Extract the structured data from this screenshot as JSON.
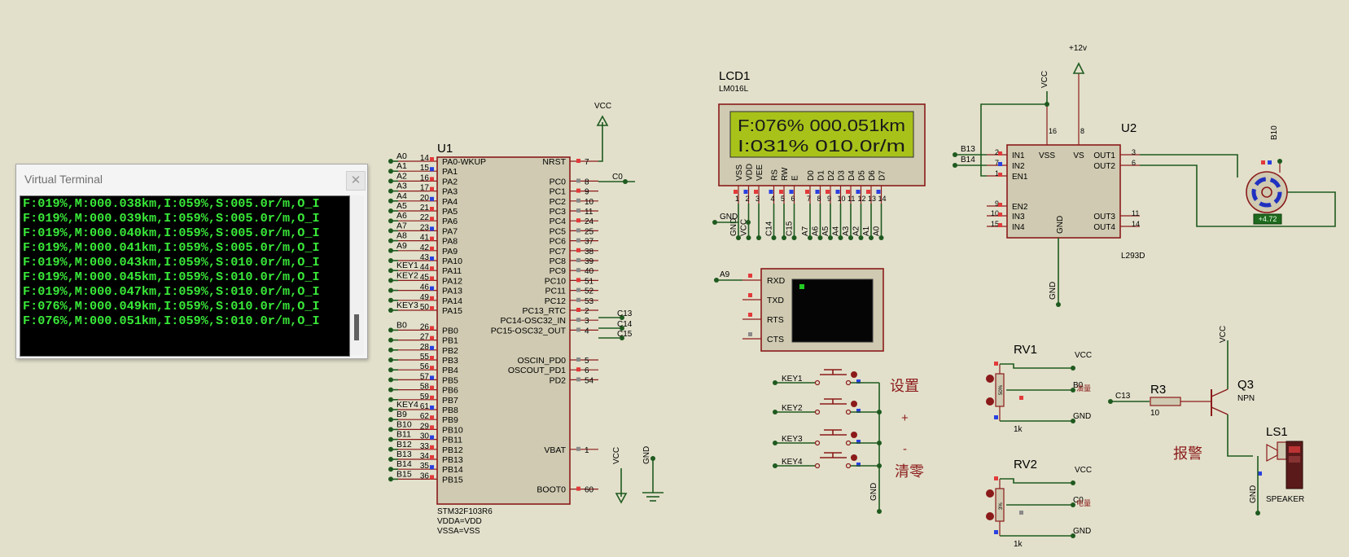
{
  "terminal": {
    "title": "Virtual Terminal",
    "close_glyph": "✕",
    "lines": [
      "F:019%,M:000.038km,I:059%,S:005.0r/m,O_I",
      "F:019%,M:000.039km,I:059%,S:005.0r/m,O_I",
      "F:019%,M:000.040km,I:059%,S:005.0r/m,O_I",
      "F:019%,M:000.041km,I:059%,S:005.0r/m,O_I",
      "F:019%,M:000.043km,I:059%,S:010.0r/m,O_I",
      "F:019%,M:000.045km,I:059%,S:010.0r/m,O_I",
      "F:019%,M:000.047km,I:059%,S:010.0r/m,O_I",
      "F:076%,M:000.049km,I:059%,S:010.0r/m,O_I",
      "F:076%,M:000.051km,I:059%,S:010.0r/m,O_I"
    ]
  },
  "mcu": {
    "ref": "U1",
    "part": "STM32F103R6",
    "notes": [
      "VDDA=VDD",
      "VSSA=VSS"
    ],
    "vcc_label": "VCC",
    "gnd_label": "GND",
    "left_pins": [
      {
        "name": "PA0-WKUP",
        "num": "14",
        "net": "A0"
      },
      {
        "name": "PA1",
        "num": "15",
        "net": "A1"
      },
      {
        "name": "PA2",
        "num": "16",
        "net": "A2"
      },
      {
        "name": "PA3",
        "num": "17",
        "net": "A3"
      },
      {
        "name": "PA4",
        "num": "20",
        "net": "A4"
      },
      {
        "name": "PA5",
        "num": "21",
        "net": "A5"
      },
      {
        "name": "PA6",
        "num": "22",
        "net": "A6"
      },
      {
        "name": "PA7",
        "num": "23",
        "net": "A7"
      },
      {
        "name": "PA8",
        "num": "41",
        "net": "A8"
      },
      {
        "name": "PA9",
        "num": "42",
        "net": "A9"
      },
      {
        "name": "PA10",
        "num": "43",
        "net": ""
      },
      {
        "name": "PA11",
        "num": "44",
        "net": "KEY1"
      },
      {
        "name": "PA12",
        "num": "45",
        "net": "KEY2"
      },
      {
        "name": "PA13",
        "num": "46",
        "net": ""
      },
      {
        "name": "PA14",
        "num": "49",
        "net": ""
      },
      {
        "name": "PA15",
        "num": "50",
        "net": "KEY3"
      },
      {
        "name": "",
        "num": "",
        "net": ""
      },
      {
        "name": "PB0",
        "num": "26",
        "net": "B0"
      },
      {
        "name": "PB1",
        "num": "27",
        "net": ""
      },
      {
        "name": "PB2",
        "num": "28",
        "net": ""
      },
      {
        "name": "PB3",
        "num": "55",
        "net": ""
      },
      {
        "name": "PB4",
        "num": "56",
        "net": ""
      },
      {
        "name": "PB5",
        "num": "57",
        "net": ""
      },
      {
        "name": "PB6",
        "num": "58",
        "net": ""
      },
      {
        "name": "PB7",
        "num": "59",
        "net": ""
      },
      {
        "name": "PB8",
        "num": "61",
        "net": "KEY4"
      },
      {
        "name": "PB9",
        "num": "62",
        "net": "B9"
      },
      {
        "name": "PB10",
        "num": "29",
        "net": "B10"
      },
      {
        "name": "PB11",
        "num": "30",
        "net": "B11"
      },
      {
        "name": "PB12",
        "num": "33",
        "net": "B12"
      },
      {
        "name": "PB13",
        "num": "34",
        "net": "B13"
      },
      {
        "name": "PB14",
        "num": "35",
        "net": "B14"
      },
      {
        "name": "PB15",
        "num": "36",
        "net": "B15"
      }
    ],
    "right_pins": [
      {
        "name": "NRST",
        "num": "7",
        "slot": 0
      },
      {
        "name": "PC0",
        "num": "8",
        "slot": 2
      },
      {
        "name": "PC1",
        "num": "9",
        "slot": 3
      },
      {
        "name": "PC2",
        "num": "10",
        "slot": 4
      },
      {
        "name": "PC3",
        "num": "11",
        "slot": 5
      },
      {
        "name": "PC4",
        "num": "24",
        "slot": 6
      },
      {
        "name": "PC5",
        "num": "25",
        "slot": 7
      },
      {
        "name": "PC6",
        "num": "37",
        "slot": 8
      },
      {
        "name": "PC7",
        "num": "38",
        "slot": 9
      },
      {
        "name": "PC8",
        "num": "39",
        "slot": 10
      },
      {
        "name": "PC9",
        "num": "40",
        "slot": 11
      },
      {
        "name": "PC10",
        "num": "51",
        "slot": 12
      },
      {
        "name": "PC11",
        "num": "52",
        "slot": 13
      },
      {
        "name": "PC12",
        "num": "53",
        "slot": 14
      },
      {
        "name": "PC13_RTC",
        "num": "2",
        "slot": 15
      },
      {
        "name": "PC14-OSC32_IN",
        "num": "3",
        "slot": 16
      },
      {
        "name": "PC15-OSC32_OUT",
        "num": "4",
        "slot": 17
      },
      {
        "name": "OSCIN_PD0",
        "num": "5",
        "slot": 20
      },
      {
        "name": "OSCOUT_PD1",
        "num": "6",
        "slot": 21
      },
      {
        "name": "PD2",
        "num": "54",
        "slot": 22
      },
      {
        "name": "VBAT",
        "num": "1",
        "slot": 29
      },
      {
        "name": "BOOT0",
        "num": "60",
        "slot": 33
      }
    ],
    "right_nets": {
      "pc0": "C0",
      "pc13": "C13",
      "pc14": "C14",
      "pc15": "C15"
    }
  },
  "lcd": {
    "ref": "LCD1",
    "part": "LM016L",
    "line1": "F:076% 000.051km",
    "line2": "I:031%  010.0r/m",
    "pins": [
      {
        "name": "VSS",
        "num": "1",
        "net": "GND"
      },
      {
        "name": "VDD",
        "num": "2",
        "net": "VCC"
      },
      {
        "name": "VEE",
        "num": "3",
        "net": ""
      },
      {
        "name": "RS",
        "num": "4",
        "net": "C14"
      },
      {
        "name": "RW",
        "num": "5",
        "net": ""
      },
      {
        "name": "E",
        "num": "6",
        "net": "C15"
      },
      {
        "name": "D0",
        "num": "7",
        "net": "A7"
      },
      {
        "name": "D1",
        "num": "8",
        "net": "A6"
      },
      {
        "name": "D2",
        "num": "9",
        "net": "A5"
      },
      {
        "name": "D3",
        "num": "10",
        "net": "A4"
      },
      {
        "name": "D4",
        "num": "11",
        "net": "A3"
      },
      {
        "name": "D5",
        "num": "12",
        "net": "A2"
      },
      {
        "name": "D6",
        "num": "13",
        "net": "A1"
      },
      {
        "name": "D7",
        "num": "14",
        "net": "A0"
      }
    ]
  },
  "uart": {
    "pins": [
      "RXD",
      "TXD",
      "RTS",
      "CTS"
    ],
    "net": "A9"
  },
  "keys": {
    "nets": [
      "KEY1",
      "KEY2",
      "KEY3",
      "KEY4"
    ],
    "labels": [
      "设置",
      "+",
      "-",
      "清零"
    ],
    "gnd": "GND"
  },
  "driver": {
    "ref": "U2",
    "part": "L293D",
    "supply": "+12v",
    "vcc": "VCC",
    "gnd": "GND",
    "in_nets": [
      "B13",
      "B14"
    ],
    "left_pins": [
      {
        "name": "IN1",
        "num": "2"
      },
      {
        "name": "IN2",
        "num": "7"
      },
      {
        "name": "EN1",
        "num": "1"
      },
      {
        "name": "EN2",
        "num": "9"
      },
      {
        "name": "IN3",
        "num": "10"
      },
      {
        "name": "IN4",
        "num": "15"
      }
    ],
    "right_pins": [
      {
        "name": "OUT1",
        "num": "3"
      },
      {
        "name": "OUT2",
        "num": "6"
      },
      {
        "name": "OUT3",
        "num": "11"
      },
      {
        "name": "OUT4",
        "num": "14"
      }
    ],
    "top_pins": [
      {
        "name": "VSS",
        "num": "16"
      },
      {
        "name": "VS",
        "num": "8"
      }
    ],
    "bottom_pin": "GND"
  },
  "motor": {
    "net": "B10",
    "reading": "+4.72"
  },
  "rv1": {
    "ref": "RV1",
    "value": "1k",
    "vcc": "VCC",
    "net": "B0",
    "gnd": "GND",
    "label": "油量",
    "percent": "50%"
  },
  "rv2": {
    "ref": "RV2",
    "value": "1k",
    "vcc": "VCC",
    "net": "C0",
    "gnd": "GND",
    "label": "电量",
    "percent": "3%"
  },
  "alarm": {
    "r_ref": "R3",
    "r_value": "10",
    "net": "C13",
    "q_ref": "Q3",
    "q_type": "NPN",
    "vcc": "VCC",
    "ls_ref": "LS1",
    "ls_type": "SPEAKER",
    "gnd": "GND",
    "label": "报警"
  },
  "colors": {
    "background": "#e2e0cb",
    "wire": "#1f5a1f",
    "component": "#8b1a1a",
    "body_fill": "#cfcab1",
    "lcd_screen": "#a8c21a",
    "terminal_text": "#39e839"
  }
}
